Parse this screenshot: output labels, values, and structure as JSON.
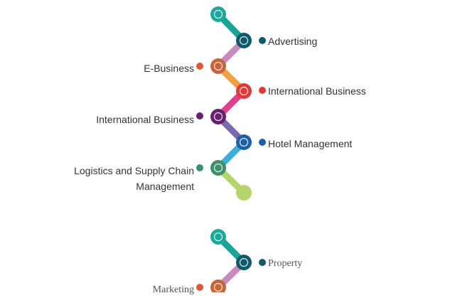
{
  "timeline1": {
    "items": [
      {
        "label": "Advertising",
        "side": "right",
        "color": "#0e5a6a"
      },
      {
        "label": "E-Business",
        "side": "left",
        "color": "#e0583a"
      },
      {
        "label": "International Business",
        "side": "right",
        "color": "#e0393a"
      },
      {
        "label": "International Business",
        "side": "left",
        "color": "#6a1f6e"
      },
      {
        "label": "Hotel Management",
        "side": "right",
        "color": "#1f5fa8"
      },
      {
        "label": "Logistics and Supply Chain Management",
        "side": "left",
        "color": "#3c8f6a"
      }
    ]
  },
  "timeline2": {
    "items": [
      {
        "label": "Property",
        "side": "right",
        "color": "#0e5a6a"
      },
      {
        "label": "Marketing",
        "side": "left",
        "color": "#e0583a"
      }
    ]
  }
}
